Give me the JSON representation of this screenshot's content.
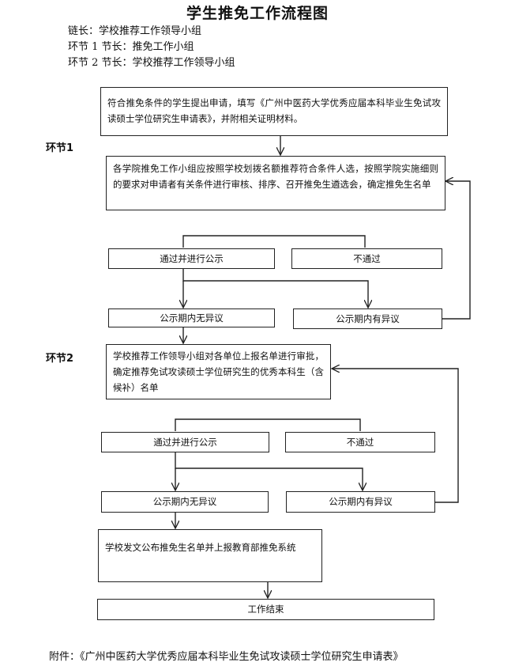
{
  "title": "学生推免工作流程图",
  "leaders": [
    "链长：学校推荐工作领导小组",
    "环节 1 节长：推免工作小组",
    "环节 2 节长：学校推荐工作领导小组"
  ],
  "section1_label": "环节1",
  "section2_label": "环节2",
  "steps": {
    "apply": "符合推免条件的学生提出申请，填写《广州中医药大学优秀应届本科毕业生免试攻读硕士学位研究生申请表》，并附相关证明材料。",
    "college_review": "各学院推免工作小组应按照学校划拨名额推荐符合条件人选，按照学院实施细则的要求对申请者有关条件进行审核、排序、召开推免生遴选会，确定推免生名单",
    "s1_pass": "通过并进行公示",
    "s1_fail": "不通过",
    "s1_no_objection": "公示期内无异议",
    "s1_objection": "公示期内有异议",
    "school_review": "学校推荐工作领导小组对各单位上报名单进行审批，确定推荐免试攻读硕士学位研究生的优秀本科生（含候补）名单",
    "s2_pass": "通过并进行公示",
    "s2_fail": "不通过",
    "s2_no_objection": "公示期内无异议",
    "s2_objection": "公示期内有异议",
    "publish": "学校发文公布推免生名单并上报教育部推免系统",
    "end": "工作结束"
  },
  "footer": "附件：《广州中医药大学优秀应届本科毕业生免试攻读硕士学位研究生申请表》"
}
